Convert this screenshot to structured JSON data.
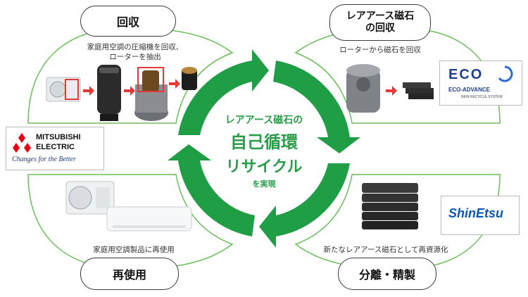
{
  "center": {
    "line1": "レアアース磁石の",
    "line2": "自己循環",
    "line3": "リサイクル",
    "line4": "を実現"
  },
  "stages": {
    "collect": {
      "title": "回収",
      "desc1": "家庭用空調の圧縮機を回収、",
      "desc2": "ローターを抽出"
    },
    "magnet_collect": {
      "title1": "レアアース磁石",
      "title2": "の回収",
      "desc": "ローターから磁石を回収"
    },
    "separate": {
      "title": "分離・精製",
      "desc": "新たなレアアース磁石として再資源化"
    },
    "reuse": {
      "title": "再使用",
      "desc": "家庭用空調製品に再使用"
    }
  },
  "logos": {
    "mitsubishi": {
      "line1": "MITSUBISHI",
      "line2": "ELECTRIC",
      "tagline": "Changes for the Better"
    },
    "eco": {
      "name": "ECO",
      "line2": "ECO-ADVANCE",
      "line3": "NEW RECYCLE SYSTEM"
    },
    "shinetsu": {
      "name": "ShinEtsu"
    }
  },
  "colors": {
    "green": "#1f9e45",
    "circle": "#6bbf5a",
    "red": "#e53935"
  }
}
